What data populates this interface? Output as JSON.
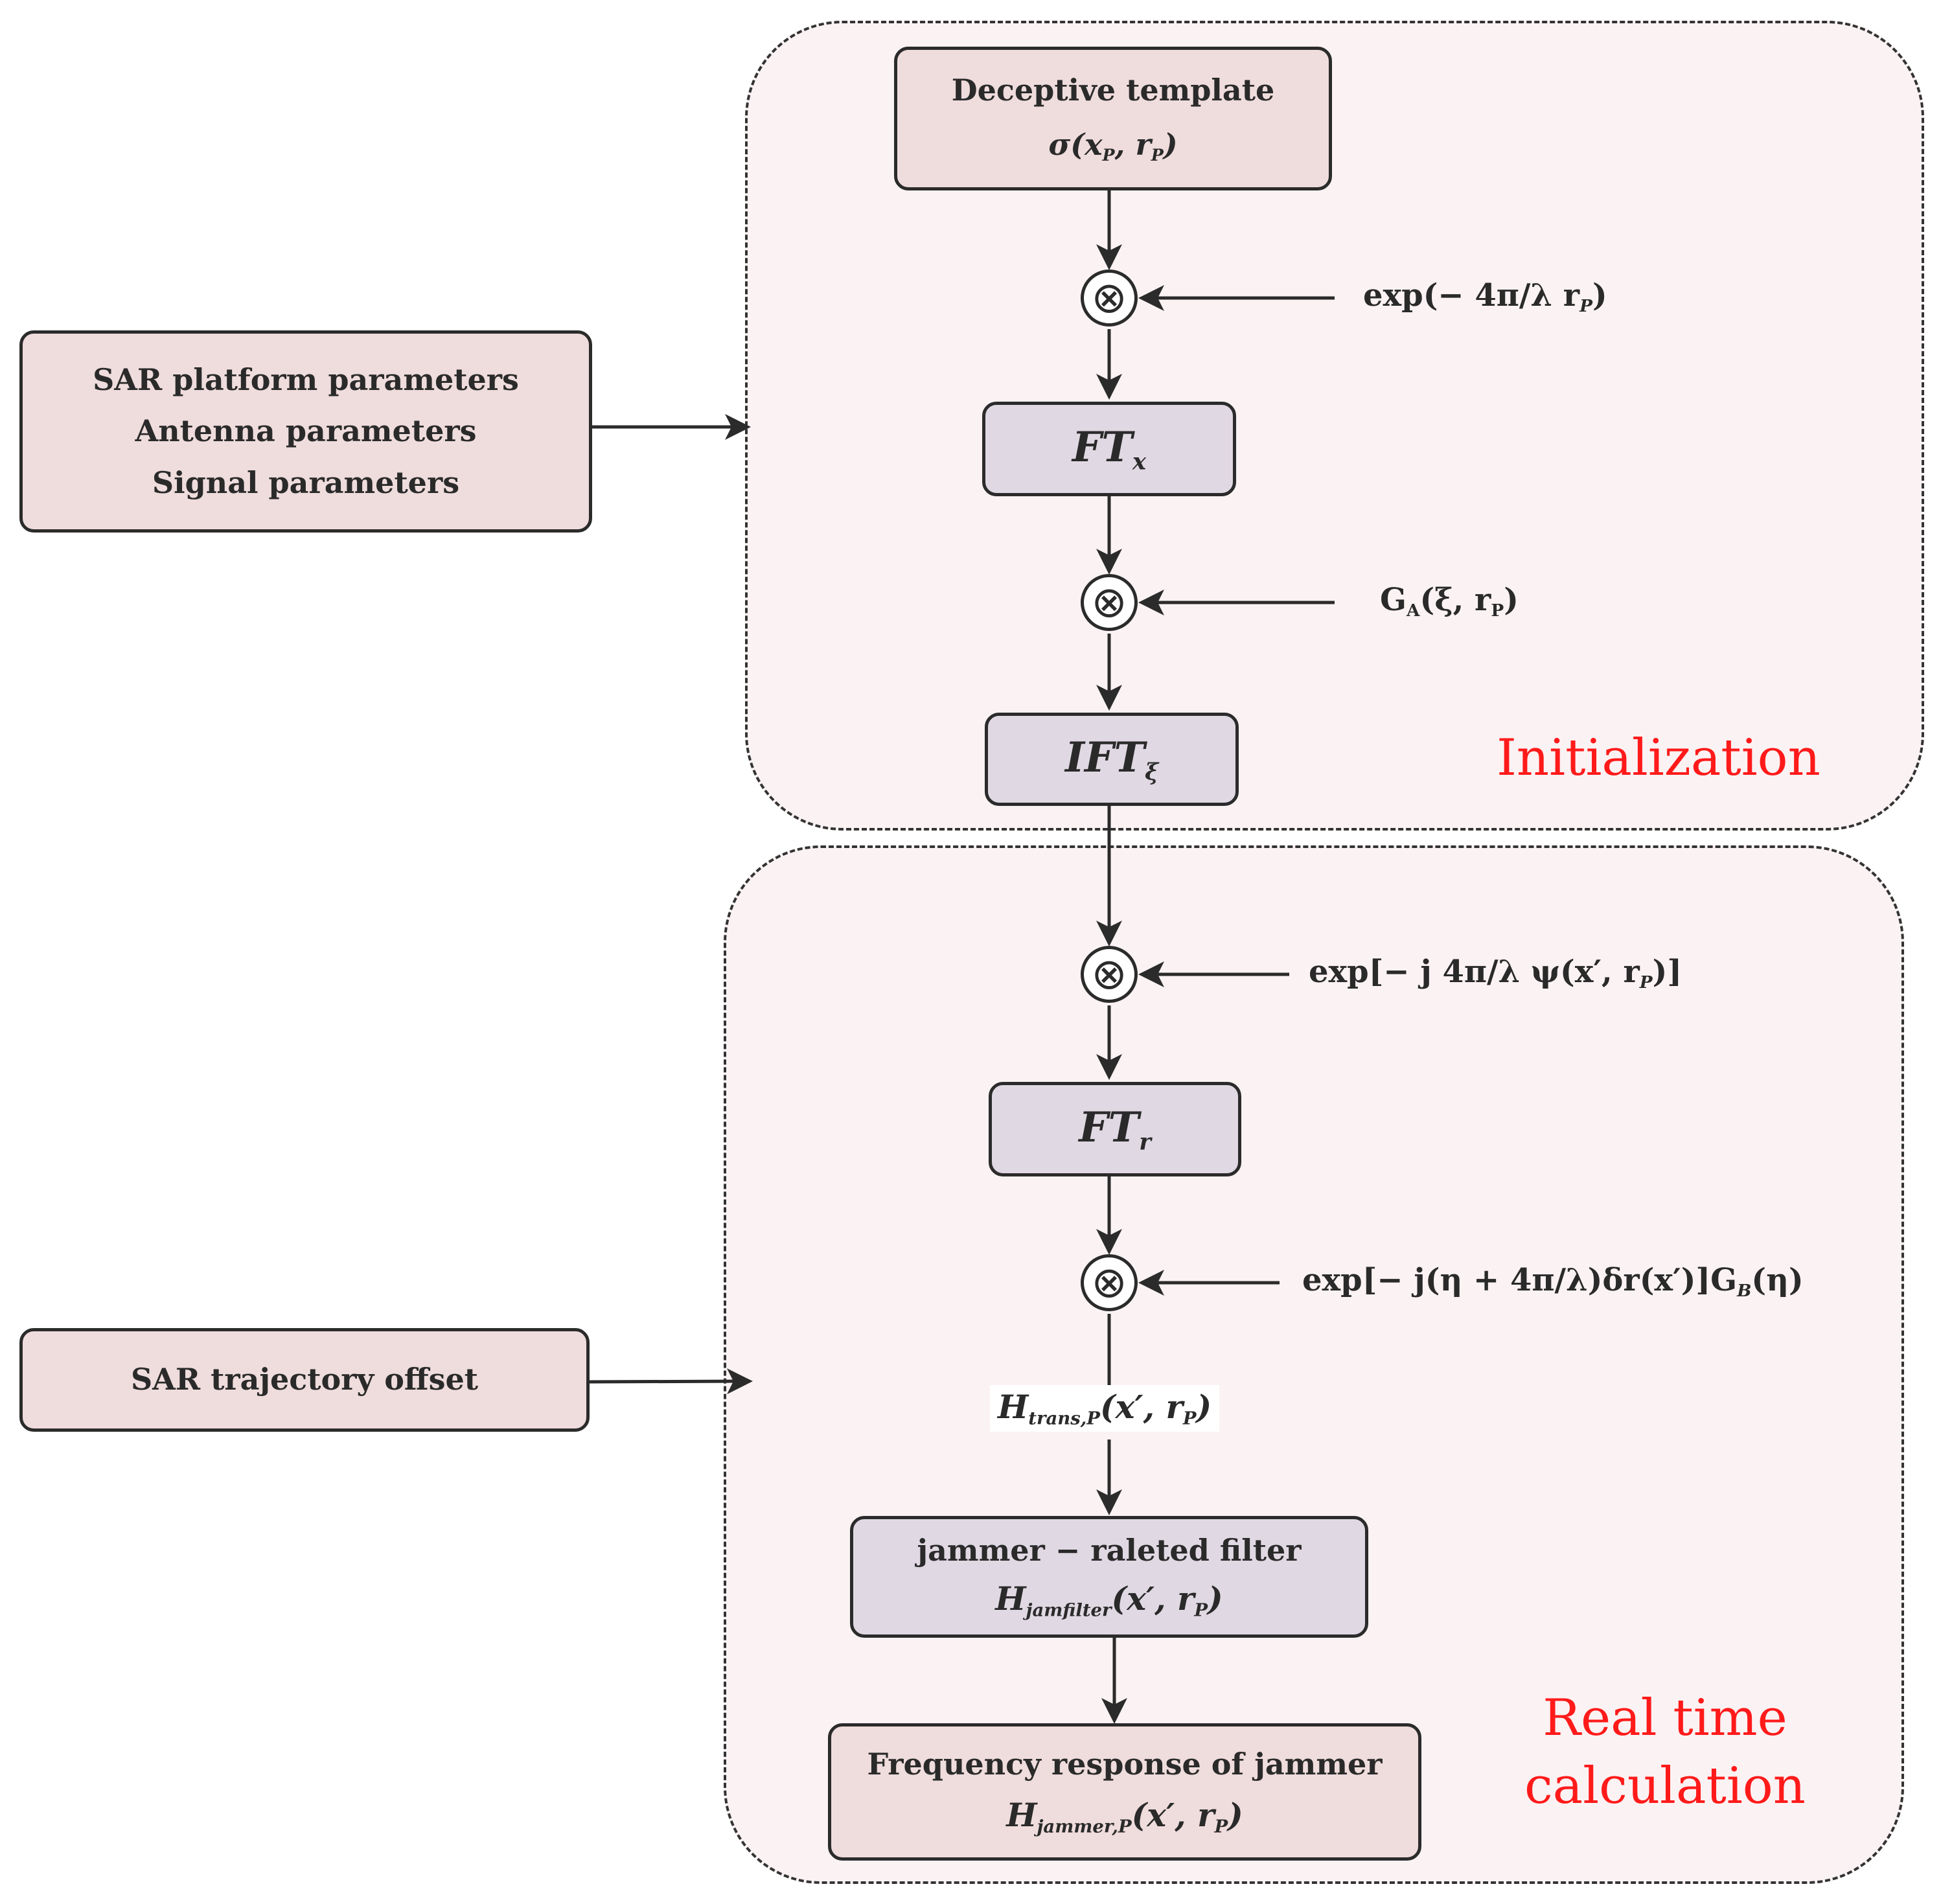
{
  "regions": {
    "init_label": "Initialization",
    "rt_label_line1": "Real time",
    "rt_label_line2": "calculation"
  },
  "left_boxes": {
    "params_line1": "SAR platform parameters",
    "params_line2": "Antenna parameters",
    "params_line3": "Signal parameters",
    "trajectory": "SAR trajectory offset"
  },
  "blocks": {
    "template_title": "Deceptive template",
    "template_formula": "σ(x",
    "template_formula_sub": "P",
    "template_formula_mid": ", r",
    "template_formula_sub2": "P",
    "template_formula_end": ")",
    "ftx": "FT",
    "ftx_sub": "x",
    "iftxi": "IFT",
    "iftxi_sub": "ξ",
    "ftr": "FT",
    "ftr_sub": "r",
    "filter_title": "jammer − raleted filter",
    "filter_formula": "H",
    "filter_formula_sub": "jamfilter",
    "filter_formula_end": "(x′, r",
    "filter_formula_sub2": "P",
    "filter_formula_close": ")",
    "freq_title": "Frequency response of jammer",
    "freq_formula": "H",
    "freq_formula_sub": "jammer,P",
    "freq_formula_end": "(x′, r",
    "freq_formula_sub2": "P",
    "freq_formula_close": ")"
  },
  "multiplier_symbol": "⊗",
  "equations": {
    "eq1": "exp(− 4π/λ r",
    "eq1_sub": "P",
    "eq1_end": ")",
    "eq2": "G",
    "eq2_sub": "A",
    "eq2_end": "(ξ, r",
    "eq2_sub2": "P",
    "eq2_close": ")",
    "eq3": "exp[− j 4π/λ ψ(x′, r",
    "eq3_sub": "P",
    "eq3_end": ")]",
    "eq4": "exp[− j(η + 4π/λ)δr(x′)]G",
    "eq4_sub": "B",
    "eq4_end": "(η)"
  },
  "htrans": {
    "main": "H",
    "sub": "trans,P",
    "end": "(x′, r",
    "sub2": "P",
    "close": ")"
  }
}
